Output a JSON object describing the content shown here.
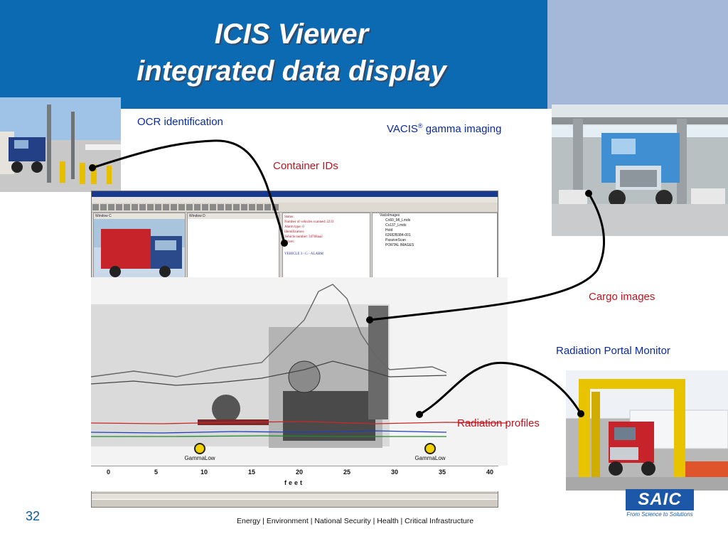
{
  "slide": {
    "title_line1": "ICIS Viewer",
    "title_line2": "integrated data display",
    "page_number": "32",
    "footer": "Energy | Environment | National Security | Health | Critical Infrastructure"
  },
  "callouts": {
    "ocr": "OCR identification",
    "vacis_name": "VACIS",
    "vacis_reg": "®",
    "vacis_rest": " gamma imaging",
    "container_ids": "Container IDs",
    "cargo_images": "Cargo images",
    "rpm": "Radiation Portal Monitor",
    "radiation_profiles": "Radiation profiles"
  },
  "viewer": {
    "window_c": "Window C",
    "window_d": "Window D",
    "status_lines": [
      "Status:",
      "Number of vehicles scanned: 2233",
      "Alarm type: 0",
      "Identification:",
      "Vehicle number: 34768aa2",
      "Driver:"
    ],
    "tree_items": [
      "VacisImages",
      "Co60_MI_Lmds",
      "Cs137_Lmds",
      "Hold",
      "62682B384-001",
      "PassiveScan",
      "PORTAL IMAGES"
    ],
    "alarm_banner": "VEHICLE 3 - G - ALARM",
    "gamma_label_left": "GammaLow",
    "gamma_label_right": "GammaLow",
    "axis_ticks": [
      "0",
      "5",
      "10",
      "15",
      "20",
      "25",
      "30",
      "35",
      "40"
    ],
    "axis_unit": "feet"
  },
  "colors": {
    "header_blue": "#0b6ab2",
    "callout_blue": "#0b2a9a",
    "callout_red": "#c0141e"
  },
  "logo": {
    "name": "SAIC",
    "tagline": "From Science to Solutions"
  }
}
